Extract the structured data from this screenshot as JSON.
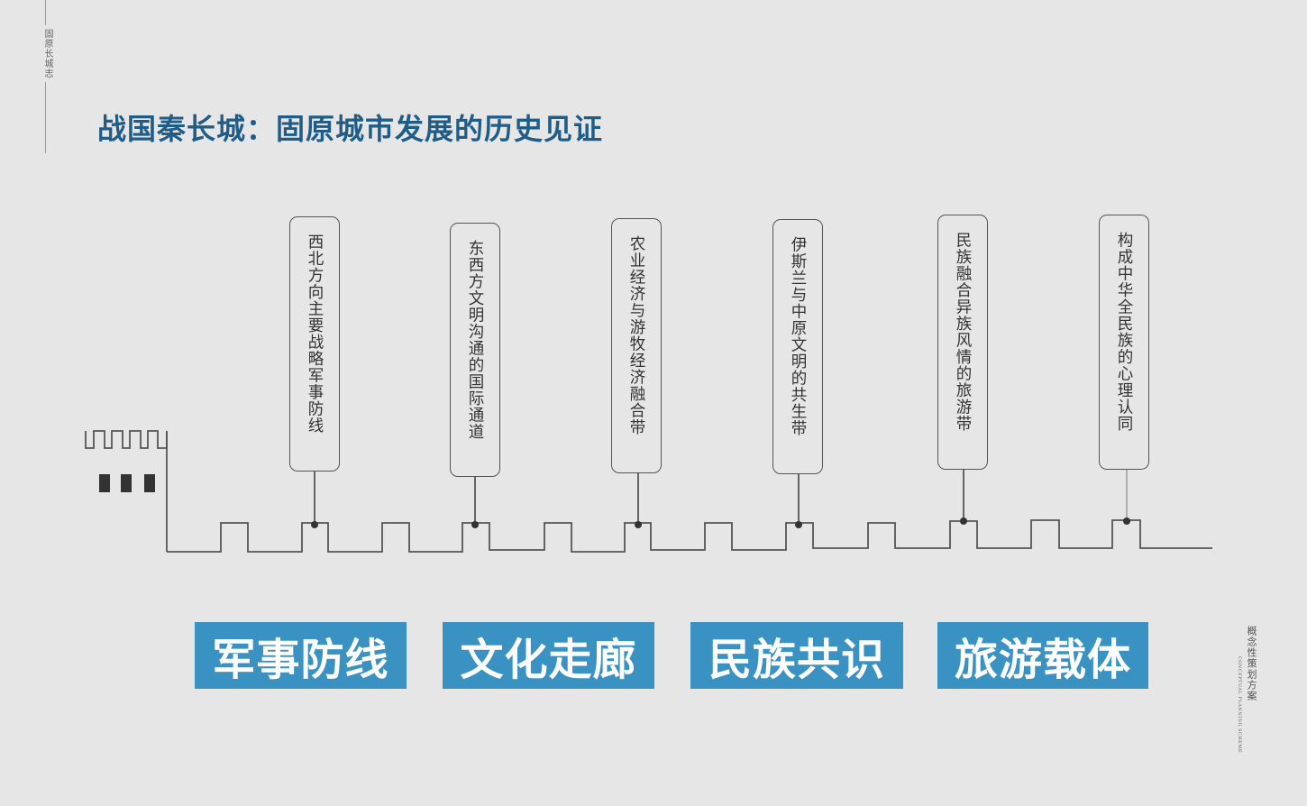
{
  "side_label": "固原长城志",
  "title": "战国秦长城：固原城市发展的历史见证",
  "diagram": {
    "nodes": [
      {
        "label": "西北方向主要战略军事防线"
      },
      {
        "label": "东西方文明沟通的国际通道"
      },
      {
        "label": "农业经济与游牧经济融合带"
      },
      {
        "label": "伊斯兰与中原文明的共生带"
      },
      {
        "label": "民族融合异族风情的旅游带"
      },
      {
        "label": "构成中华全民族的心理认同"
      }
    ],
    "pillars": [
      {
        "label": "军事防线"
      },
      {
        "label": "文化走廊"
      },
      {
        "label": "民族共识"
      },
      {
        "label": "旅游载体"
      }
    ]
  },
  "footer": {
    "cn": "概念性策划方案",
    "en": "CONCEPTUAL PLANNING SCHEME"
  },
  "colors": {
    "background": "#e6e6e6",
    "title": "#1f5c86",
    "pillar": "#3a92c2",
    "line": "#555555"
  }
}
